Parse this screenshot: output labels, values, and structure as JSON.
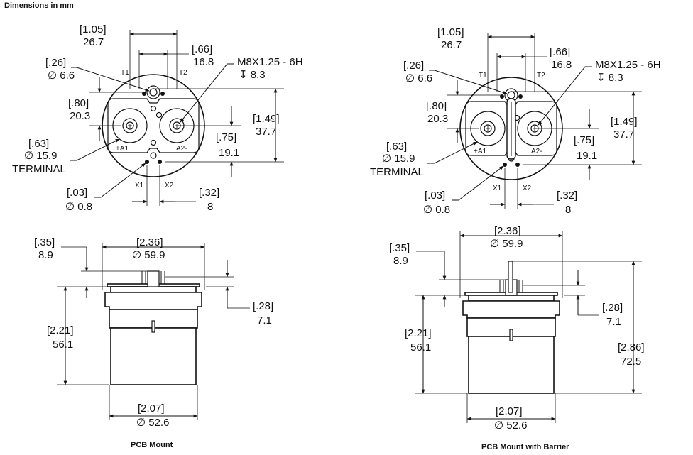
{
  "header": {
    "title": "Dimensions in mm"
  },
  "captions": {
    "left": "PCB Mount",
    "right": "PCB Mount with Barrier"
  },
  "thread": {
    "spec": "M8X1.25 - 6H",
    "depth": "↧ 8.3"
  },
  "terminal_word": "TERMINAL",
  "pins": {
    "t1": "T1",
    "t2": "T2",
    "x1": "X1",
    "x2": "X2",
    "a1": "+A1",
    "a2": "A2-"
  },
  "dims": {
    "d105": {
      "in": "1.05",
      "mm": "26.7"
    },
    "d66": {
      "in": ".66",
      "mm": "16.8"
    },
    "d26": {
      "in": ".26",
      "mm": "∅ 6.6"
    },
    "d80": {
      "in": ".80",
      "mm": "20.3"
    },
    "d63": {
      "in": ".63",
      "mm": "∅ 15.9"
    },
    "d149": {
      "in": "1.49",
      "mm": "37.7"
    },
    "d75": {
      "in": ".75",
      "mm": "19.1"
    },
    "d03": {
      "in": ".03",
      "mm": "∅ 0.8"
    },
    "d32": {
      "in": ".32",
      "mm": "8"
    },
    "d35": {
      "in": ".35",
      "mm": "8.9"
    },
    "d236": {
      "in": "2.36",
      "mm": "∅ 59.9"
    },
    "d28": {
      "in": ".28",
      "mm": "7.1"
    },
    "d221": {
      "in": "2.21",
      "mm": "56.1"
    },
    "d207": {
      "in": "2.07",
      "mm": "∅ 52.6"
    },
    "d286": {
      "in": "2.86",
      "mm": "72.5"
    }
  }
}
